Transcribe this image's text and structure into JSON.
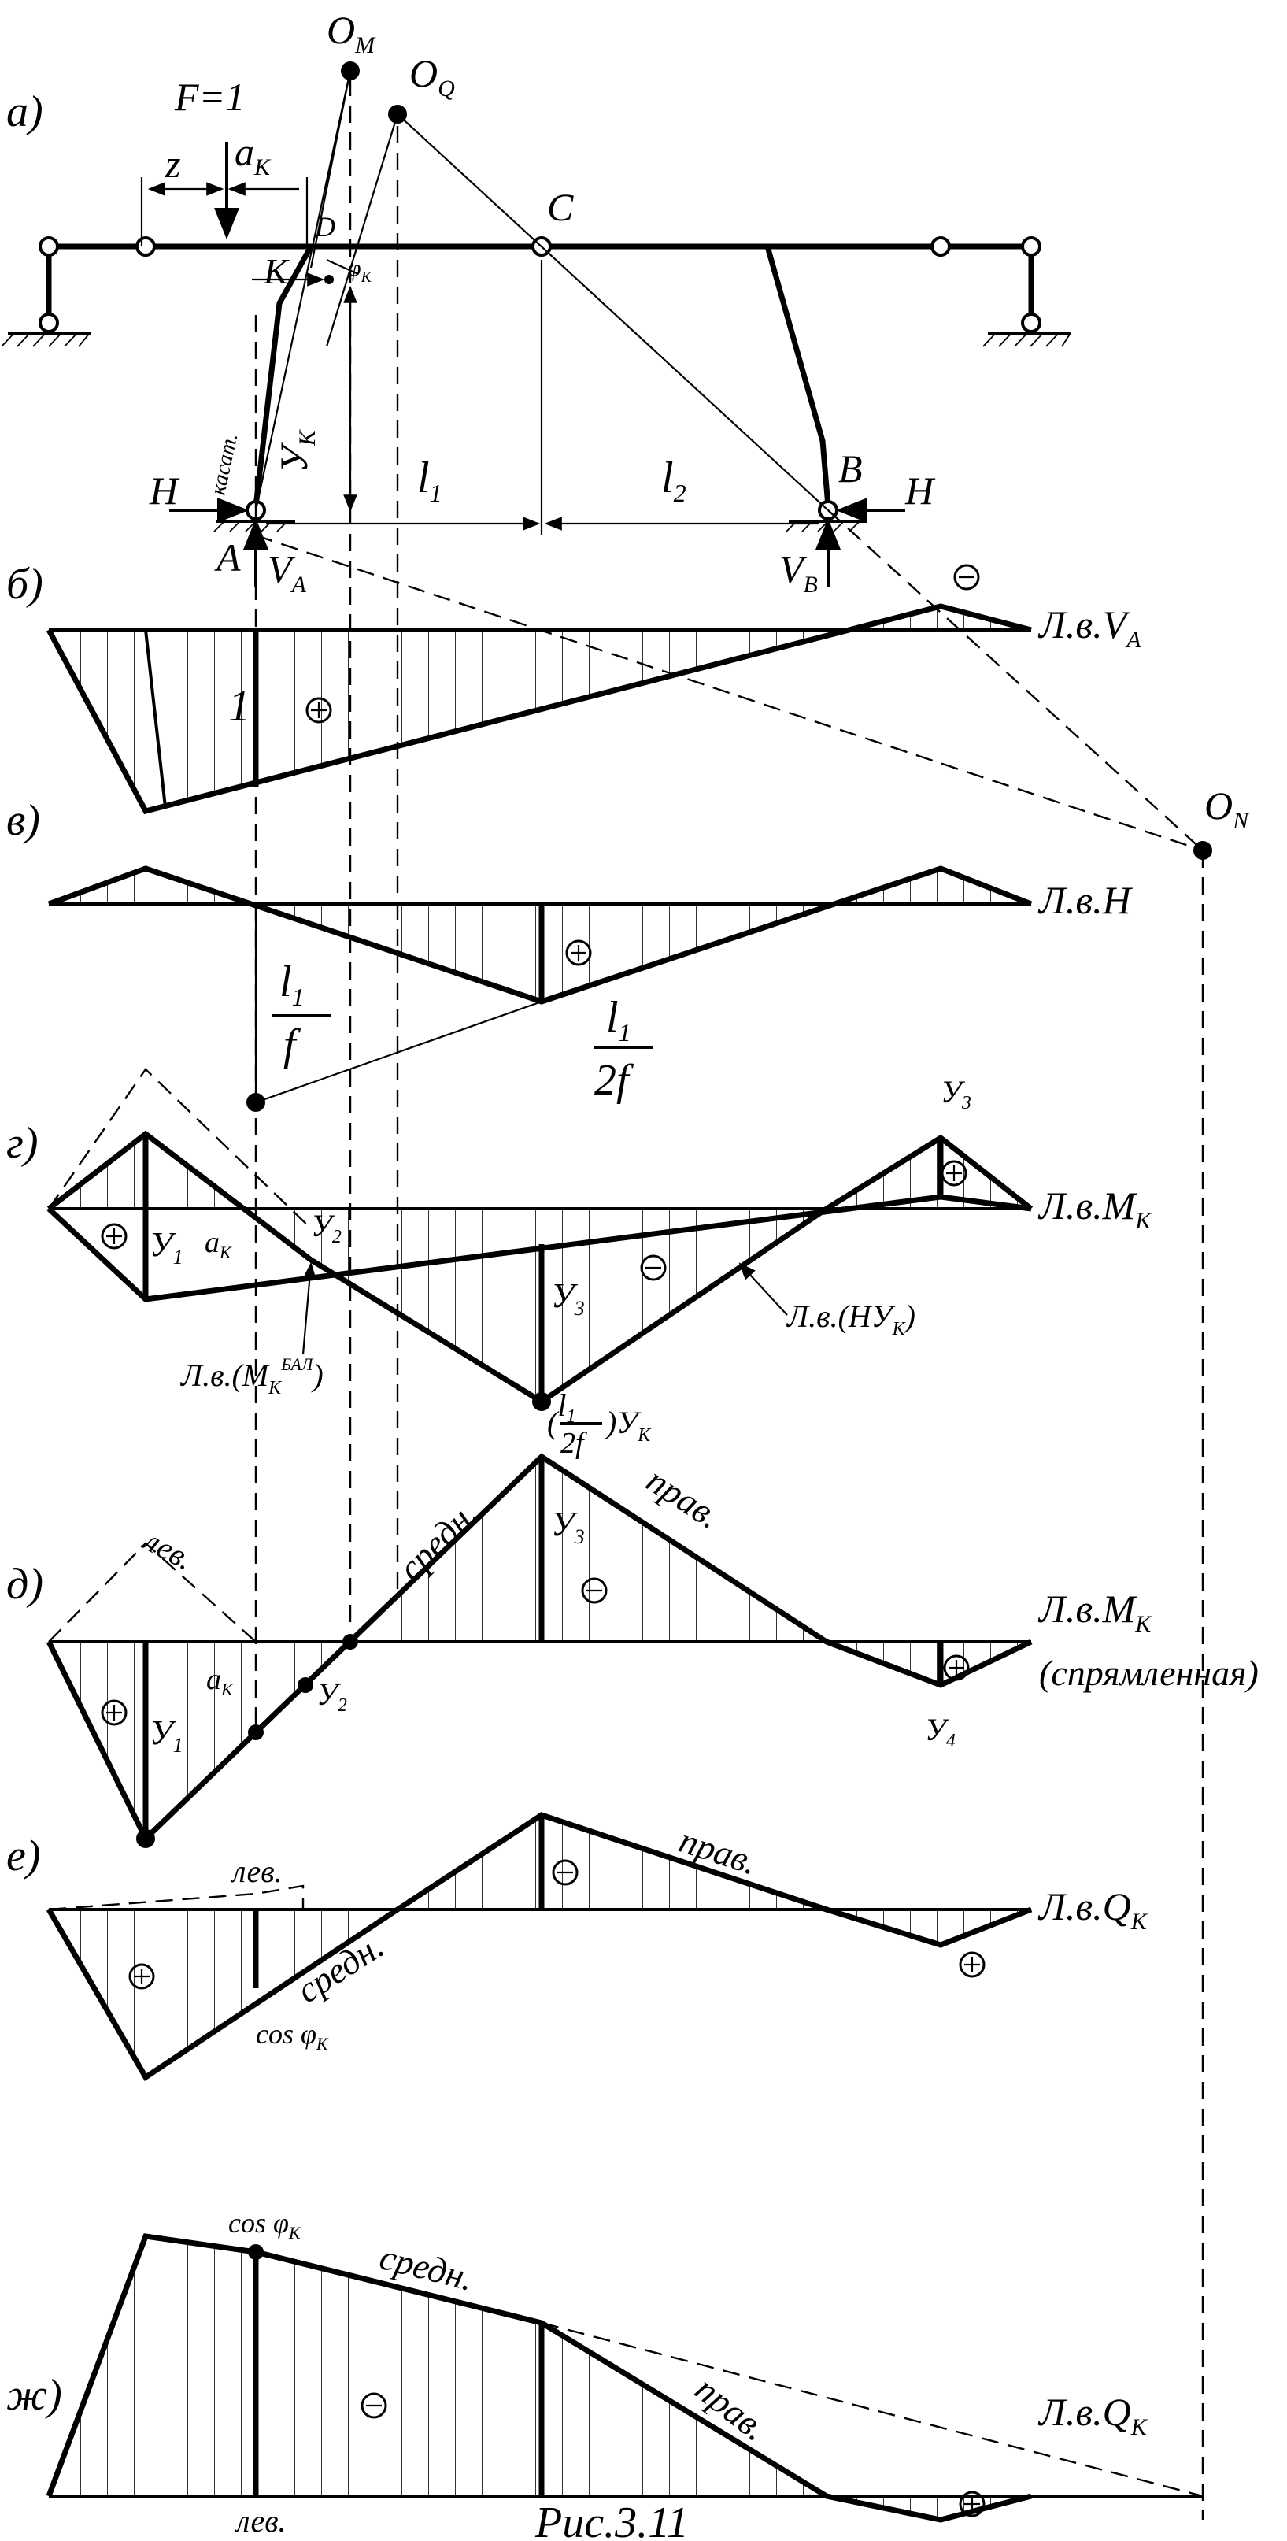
{
  "caption": "Рис.3.11",
  "panels": {
    "a": "а)",
    "b": "б)",
    "v": "в)",
    "g": "г)",
    "d": "д)",
    "e": "е)",
    "zh": "ж)"
  },
  "labels": {
    "OM": "O",
    "OM_sub": "M",
    "OQ": "O",
    "OQ_sub": "Q",
    "ON": "O",
    "ON_sub": "N",
    "F": "F=1",
    "z": "z",
    "aK": "a",
    "aK_sub": "K",
    "D": "D",
    "K": "K",
    "C": "C",
    "B": "B",
    "A": "A",
    "H_left": "H",
    "H_right": "H",
    "phiK": "φ",
    "phiK_sub": "K",
    "yK": "У",
    "yK_sub": "K",
    "kasat": "касат.",
    "l1": "l",
    "l1_sub": "1",
    "l2": "l",
    "l2_sub": "2",
    "VA": "V",
    "VA_sub": "A",
    "VB": "V",
    "VB_sub": "B",
    "one": "1",
    "frac_l1": "l",
    "frac_l1_sub": "1",
    "frac_f": "f",
    "frac2_l1": "l",
    "frac2_l1_sub": "1",
    "frac2_den": "2f",
    "y1": "У",
    "y1_sub": "1",
    "y2": "У",
    "y2_sub": "2",
    "y3": "У",
    "y3_sub": "3",
    "y4": "У",
    "y4_sub": "4",
    "lb_MK_bal": "Л.в.(M",
    "lb_MK_bal_sub": "K",
    "lb_MK_bal_sup": "БАЛ",
    "close_paren": ")",
    "lb_HyK": "Л.в.(НУ",
    "lb_HyK_sub": "K",
    "lb_HyK_close": ")",
    "mk_expr_open": "(",
    "mk_expr_close": ")У",
    "mk_expr_sub": "K",
    "sredn": "средн.",
    "prav": "прав.",
    "lev": "лев.",
    "cos": "cos φ",
    "cos_sub": "K",
    "spryaml": "(спрямленная)"
  },
  "influence_lines": {
    "b": {
      "name": "Л.в.V",
      "sub": "A"
    },
    "v": {
      "name": "Л.в.H",
      "sub": ""
    },
    "g": {
      "name": "Л.в.M",
      "sub": "K"
    },
    "d": {
      "name": "Л.в.M",
      "sub": "K"
    },
    "e": {
      "name": "Л.в.Q",
      "sub": "K"
    },
    "zh": {
      "name": "Л.в.Q",
      "sub": "K"
    }
  },
  "signs": {
    "plus": "+",
    "minus": "−"
  }
}
